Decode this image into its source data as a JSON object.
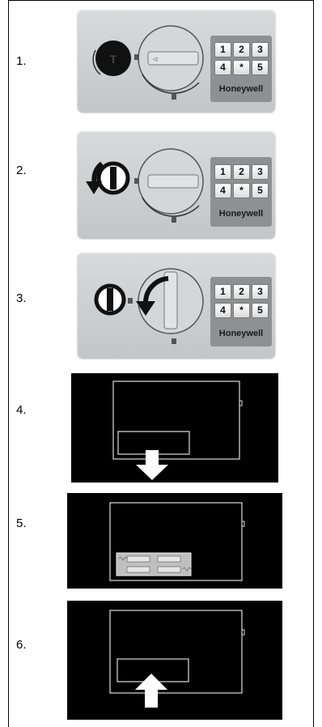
{
  "steps": [
    {
      "label": "1."
    },
    {
      "label": "2."
    },
    {
      "label": "3."
    },
    {
      "label": "4."
    },
    {
      "label": "5."
    },
    {
      "label": "6."
    }
  ],
  "keypad": {
    "keys": [
      "1",
      "2",
      "3",
      "4",
      "*",
      "5"
    ],
    "brand": "Honeywell"
  },
  "colors": {
    "panel": "#cfd1d3",
    "keypad": "#8e9092",
    "arrow": "#111111"
  },
  "icons": [
    "lock-icon",
    "unlock-icon",
    "rotate-arrow-icon",
    "down-arrow-icon",
    "up-arrow-icon",
    "battery-icon"
  ]
}
